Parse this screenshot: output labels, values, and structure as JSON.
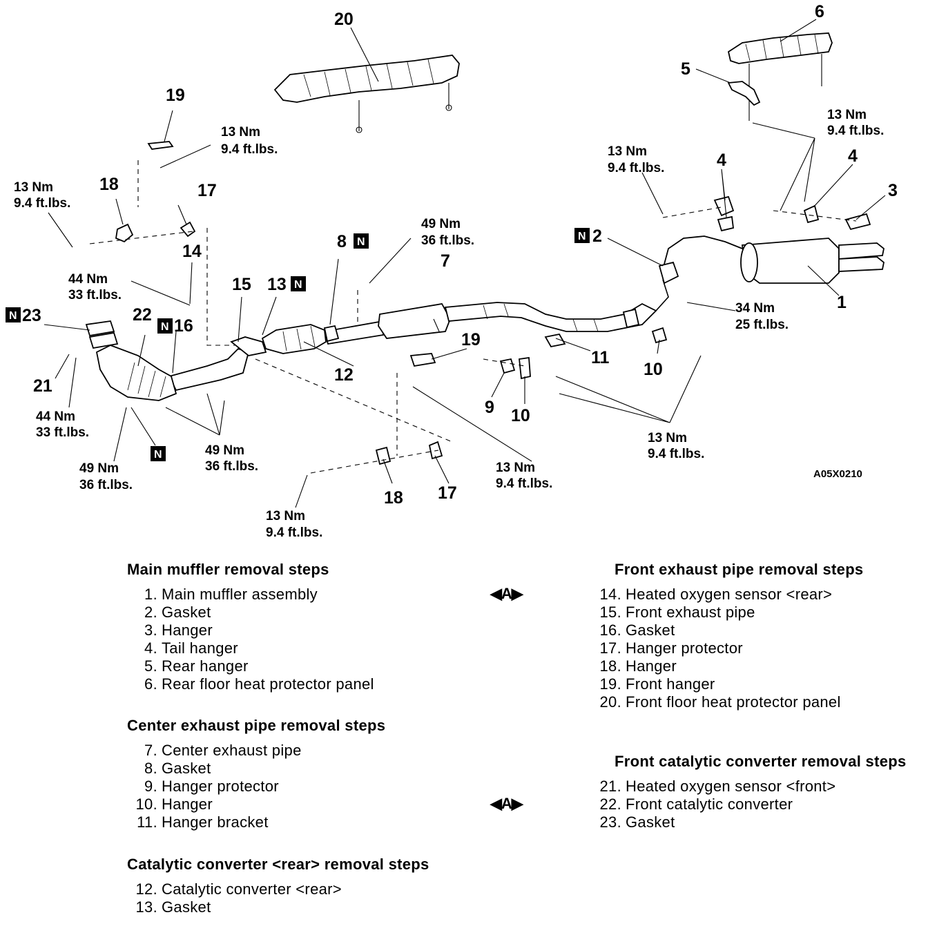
{
  "diagram": {
    "callouts": {
      "c1": "1",
      "c2": "2",
      "c3": "3",
      "c4a": "4",
      "c4b": "4",
      "c5": "5",
      "c6": "6",
      "c7": "7",
      "c8": "8",
      "c9": "9",
      "c10a": "10",
      "c10b": "10",
      "c11": "11",
      "c12": "12",
      "c13": "13",
      "c14": "14",
      "c15": "15",
      "c16": "16",
      "c17a": "17",
      "c17b": "17",
      "c18a": "18",
      "c18b": "18",
      "c19a": "19",
      "c19b": "19",
      "c20": "20",
      "c21": "21",
      "c22": "22",
      "c23": "23"
    },
    "n_mark": "N",
    "torques": {
      "t13_a_nm": "13 Nm",
      "t13_a_ft": "9.4 ft.lbs.",
      "t13_b_nm": "13 Nm",
      "t13_b_ft": "9.4 ft.lbs.",
      "t13_c_nm": "13 Nm",
      "t13_c_ft": "9.4 ft.lbs.",
      "t13_d_nm": "13 Nm",
      "t13_d_ft": "9.4 ft.lbs.",
      "t13_e_nm": "13 Nm",
      "t13_e_ft": "9.4 ft.lbs.",
      "t13_f_nm": "13 Nm",
      "t13_f_ft": "9.4 ft.lbs.",
      "t13_g_nm": "13 Nm",
      "t13_g_ft": "9.4 ft.lbs.",
      "t44_a_nm": "44 Nm",
      "t44_a_ft": "33 ft.lbs.",
      "t44_b_nm": "44 Nm",
      "t44_b_ft": "33 ft.lbs.",
      "t49_a_nm": "49 Nm",
      "t49_a_ft": "36 ft.lbs.",
      "t49_b_nm": "49 Nm",
      "t49_b_ft": "36 ft.lbs.",
      "t49_c_nm": "49 Nm",
      "t49_c_ft": "36 ft.lbs.",
      "t34_nm": "34 Nm",
      "t34_ft": "25 ft.lbs."
    },
    "figure_code": "A05X0210"
  },
  "sections": {
    "main_muffler": {
      "title": "Main muffler removal steps",
      "items": [
        {
          "n": "1.",
          "t": "Main muffler assembly"
        },
        {
          "n": "2.",
          "t": "Gasket"
        },
        {
          "n": "3.",
          "t": "Hanger"
        },
        {
          "n": "4.",
          "t": "Tail hanger"
        },
        {
          "n": "5.",
          "t": "Rear hanger"
        },
        {
          "n": "6.",
          "t": "Rear floor heat protector panel"
        }
      ]
    },
    "center_pipe": {
      "title": "Center exhaust pipe removal steps",
      "items": [
        {
          "n": "7.",
          "t": "Center exhaust pipe"
        },
        {
          "n": "8.",
          "t": "Gasket"
        },
        {
          "n": "9.",
          "t": "Hanger protector"
        },
        {
          "n": "10.",
          "t": "Hanger"
        },
        {
          "n": "11.",
          "t": "Hanger bracket"
        }
      ]
    },
    "rear_converter": {
      "title": "Catalytic converter <rear> removal steps",
      "items": [
        {
          "n": "12.",
          "t": "Catalytic converter <rear>"
        },
        {
          "n": "13.",
          "t": "Gasket"
        }
      ]
    },
    "front_pipe": {
      "title": "Front exhaust pipe removal steps",
      "items": [
        {
          "n": "14.",
          "t": "Heated oxygen sensor <rear>"
        },
        {
          "n": "15.",
          "t": "Front exhaust pipe"
        },
        {
          "n": "16.",
          "t": "Gasket"
        },
        {
          "n": "17.",
          "t": "Hanger protector"
        },
        {
          "n": "18.",
          "t": "Hanger"
        },
        {
          "n": "19.",
          "t": "Front hanger"
        },
        {
          "n": "20.",
          "t": "Front floor heat protector panel"
        }
      ]
    },
    "front_converter": {
      "title": "Front catalytic converter removal steps",
      "items": [
        {
          "n": "21.",
          "t": "Heated oxygen sensor <front>"
        },
        {
          "n": "22.",
          "t": "Front catalytic converter"
        },
        {
          "n": "23.",
          "t": "Gasket"
        }
      ]
    },
    "marker_a": "◀A▶",
    "marker_b": "◀A▶"
  }
}
